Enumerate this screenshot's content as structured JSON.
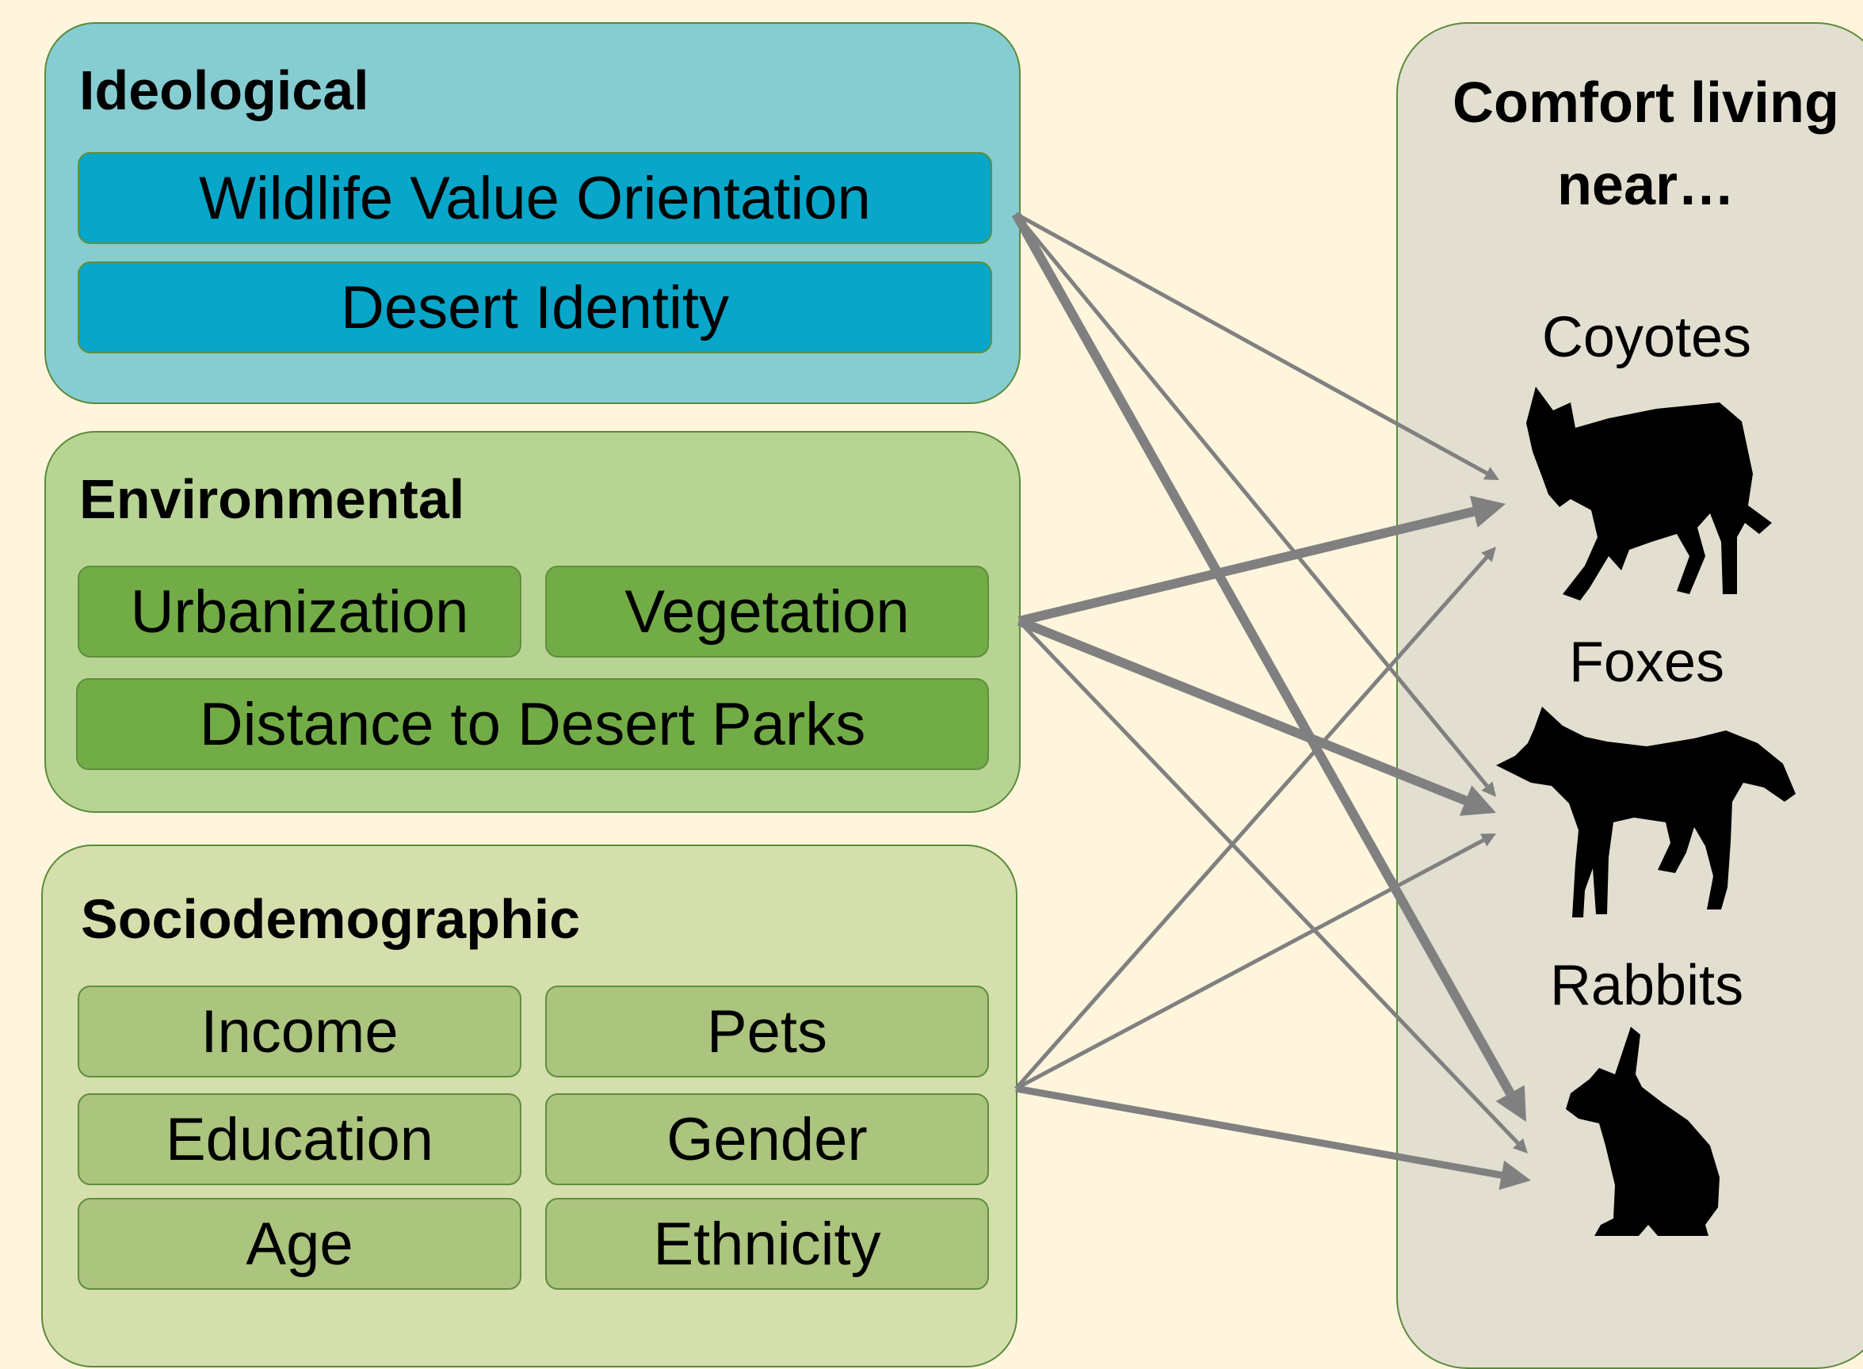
{
  "groups": {
    "ideological": {
      "title": "Ideological",
      "items": [
        "Wildlife Value Orientation",
        "Desert Identity"
      ]
    },
    "environmental": {
      "title": "Environmental",
      "items": [
        "Urbanization",
        "Vegetation",
        "Distance to Desert Parks"
      ]
    },
    "sociodemographic": {
      "title": "Sociodemographic",
      "items": [
        "Income",
        "Pets",
        "Education",
        "Gender",
        "Age",
        "Ethnicity"
      ]
    }
  },
  "outcome": {
    "title": "Comfort living\nnear…",
    "animals": [
      "Coyotes",
      "Foxes",
      "Rabbits"
    ]
  },
  "colors": {
    "background": "#fff5dd",
    "ideological_group": "#86cdd2",
    "ideological_box": "#08a6c9",
    "environmental_group": "#b8d494",
    "environmental_box": "#72ac46",
    "sociodemographic_group": "#d5dfad",
    "sociodemographic_box": "#abc47e",
    "outcome_panel": "#e2dfd1",
    "arrow": "#808080"
  },
  "links": [
    {
      "from": "ideological",
      "to": "coyotes",
      "weight": "thin"
    },
    {
      "from": "ideological",
      "to": "foxes",
      "weight": "thin"
    },
    {
      "from": "ideological",
      "to": "rabbits",
      "weight": "thick"
    },
    {
      "from": "environmental",
      "to": "coyotes",
      "weight": "thick"
    },
    {
      "from": "environmental",
      "to": "foxes",
      "weight": "thick"
    },
    {
      "from": "environmental",
      "to": "rabbits",
      "weight": "thin"
    },
    {
      "from": "sociodemographic",
      "to": "coyotes",
      "weight": "thin"
    },
    {
      "from": "sociodemographic",
      "to": "foxes",
      "weight": "thin"
    },
    {
      "from": "sociodemographic",
      "to": "rabbits",
      "weight": "medium"
    }
  ],
  "icons": [
    "coyote-silhouette-icon",
    "fox-silhouette-icon",
    "rabbit-silhouette-icon"
  ]
}
